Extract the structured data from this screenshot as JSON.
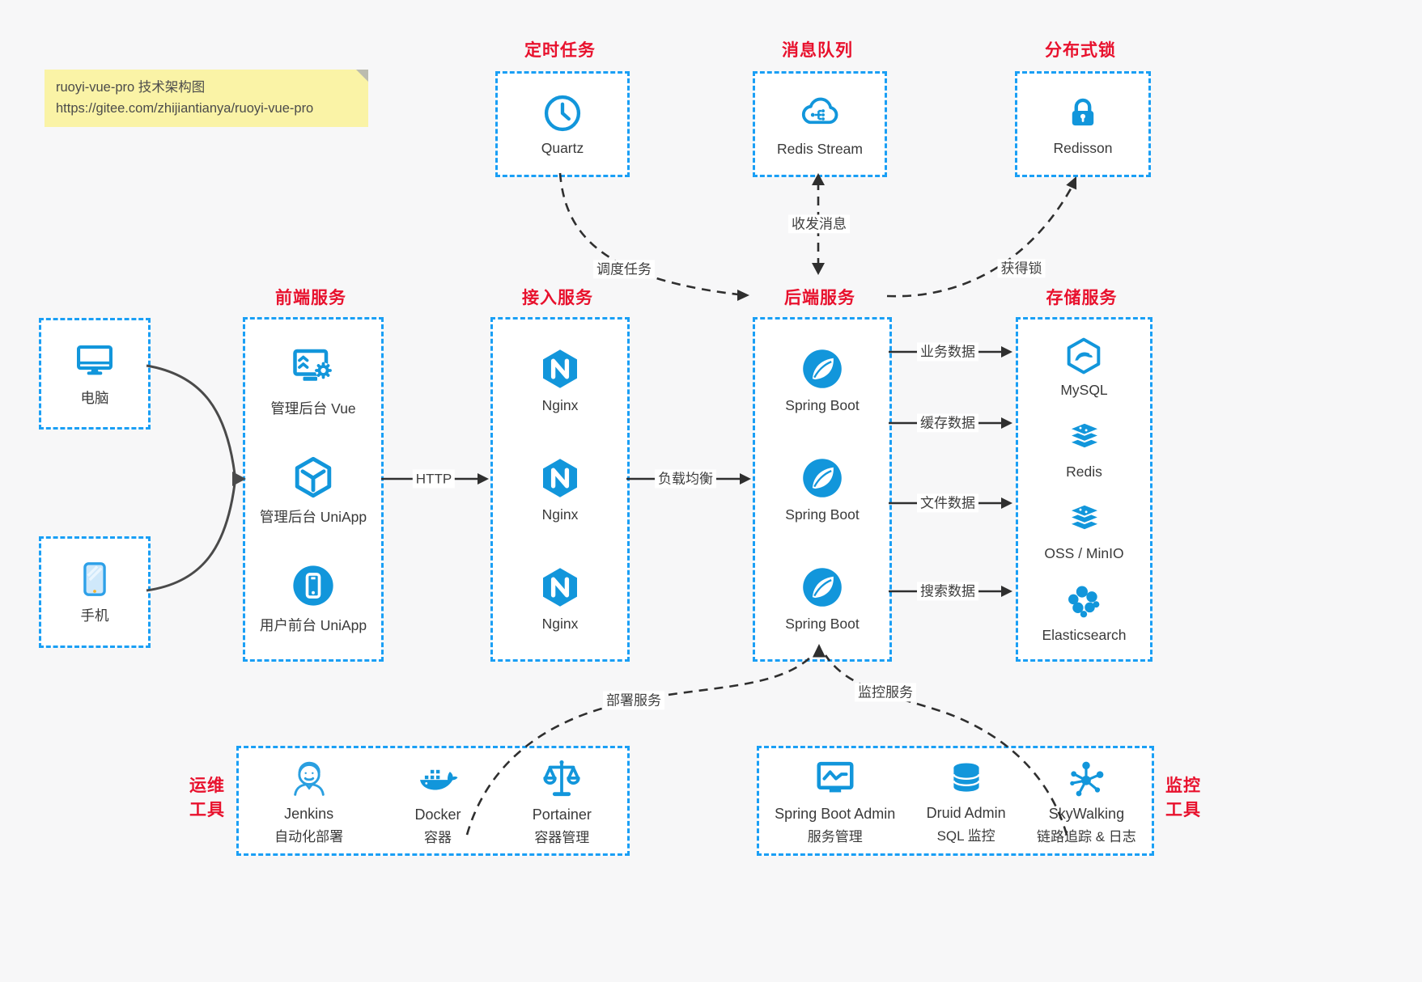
{
  "note": {
    "line1": "ruoyi-vue-pro 技术架构图",
    "line2": "https://gitee.com/zhijiantianya/ruoyi-vue-pro"
  },
  "top_groups": {
    "scheduler": {
      "title": "定时任务",
      "item": {
        "label": "Quartz"
      }
    },
    "mq": {
      "title": "消息队列",
      "item": {
        "label": "Redis Stream"
      }
    },
    "lock": {
      "title": "分布式锁",
      "item": {
        "label": "Redisson"
      }
    }
  },
  "clients": {
    "pc": {
      "label": "电脑"
    },
    "mobile": {
      "label": "手机"
    }
  },
  "columns": {
    "frontend": {
      "title": "前端服务",
      "items": [
        {
          "label": "管理后台 Vue"
        },
        {
          "label": "管理后台 UniApp"
        },
        {
          "label": "用户前台 UniApp"
        }
      ]
    },
    "gateway": {
      "title": "接入服务",
      "items": [
        {
          "label": "Nginx"
        },
        {
          "label": "Nginx"
        },
        {
          "label": "Nginx"
        }
      ]
    },
    "backend": {
      "title": "后端服务",
      "items": [
        {
          "label": "Spring Boot"
        },
        {
          "label": "Spring Boot"
        },
        {
          "label": "Spring Boot"
        }
      ]
    },
    "storage": {
      "title": "存储服务",
      "items": [
        {
          "label": "MySQL"
        },
        {
          "label": "Redis"
        },
        {
          "label": "OSS / MinIO"
        },
        {
          "label": "Elasticsearch"
        }
      ]
    }
  },
  "bottom_groups": {
    "ops": {
      "title": [
        "运维",
        "工具"
      ],
      "items": [
        {
          "name": "Jenkins",
          "desc": "自动化部署"
        },
        {
          "name": "Docker",
          "desc": "容器"
        },
        {
          "name": "Portainer",
          "desc": "容器管理"
        }
      ]
    },
    "monitoring": {
      "title": [
        "监控",
        "工具"
      ],
      "items": [
        {
          "name": "Spring Boot Admin",
          "desc": "服务管理"
        },
        {
          "name": "Druid Admin",
          "desc": "SQL 监控"
        },
        {
          "name": "SkyWalking",
          "desc": "链路追踪 & 日志"
        }
      ]
    }
  },
  "edges": {
    "http": "HTTP",
    "load_balance": "负载均衡",
    "schedule": "调度任务",
    "message": "收发消息",
    "get_lock": "获得锁",
    "business": "业务数据",
    "cache": "缓存数据",
    "file": "文件数据",
    "search": "搜索数据",
    "deploy": "部署服务",
    "monitor": "监控服务"
  },
  "colors": {
    "icon_blue": "#1296db",
    "border_blue": "#1a9ff5",
    "title_red": "#e8112d",
    "arrow_dark": "#2f2f2f",
    "arrow_gray": "#4a4a4a",
    "note_bg": "#faf3a6"
  }
}
